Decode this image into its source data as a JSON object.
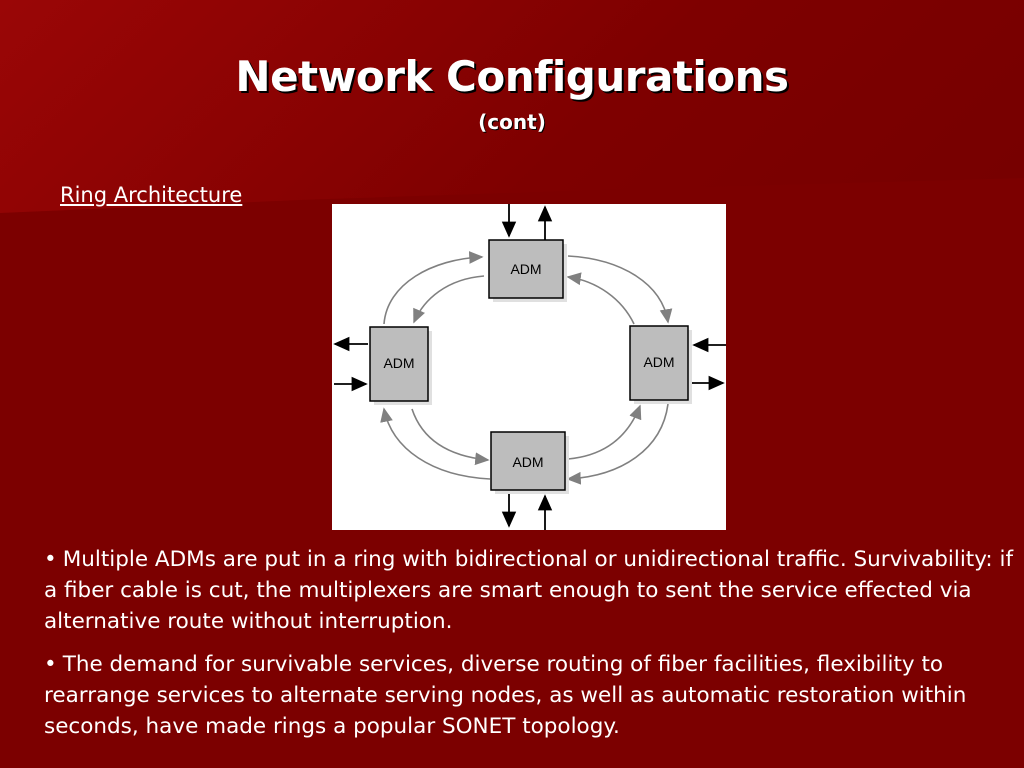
{
  "slide": {
    "title": "Network Configurations",
    "subtitle": "(cont)"
  },
  "section": {
    "label": "Ring Architecture"
  },
  "diagram": {
    "nodes": [
      {
        "label": "ADM"
      },
      {
        "label": "ADM"
      },
      {
        "label": "ADM"
      },
      {
        "label": "ADM"
      }
    ]
  },
  "bullets": [
    {
      "text": "Multiple ADMs are put in a ring with bidirectional or unidirectional traffic. Survivability: if a fiber cable is cut, the multiplexers are smart enough to sent the service effected via alternative route without interruption."
    },
    {
      "text": "The demand for survivable services, diverse routing of fiber facilities, flexibility to rearrange services to alternate serving nodes, as well as automatic restoration within seconds, have made rings a popular SONET topology."
    }
  ],
  "colors": {
    "background": "#7a0000",
    "text": "#ffffff",
    "node_fill": "#bdbdbd",
    "ring_arrow": "#808080"
  }
}
